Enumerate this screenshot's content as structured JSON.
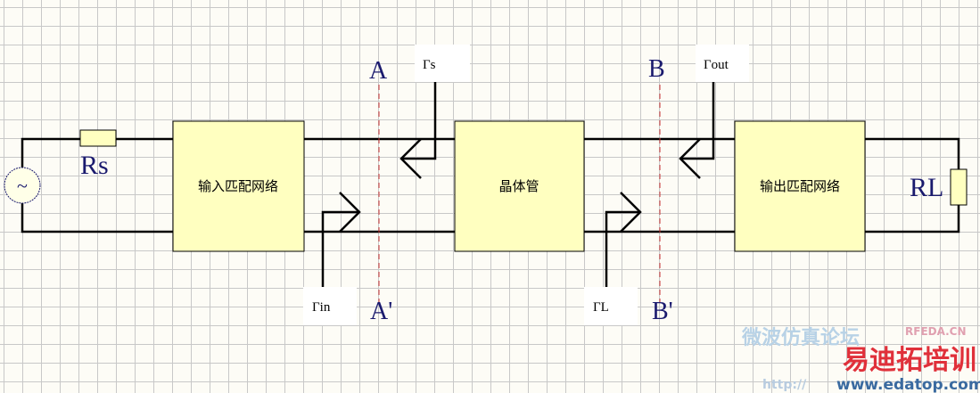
{
  "blocks": {
    "input_match": "输入匹配网络",
    "transistor": "晶体管",
    "output_match": "输出匹配网络"
  },
  "labels": {
    "rs": "Rs",
    "rl": "RL",
    "a": "A",
    "a_prime": "A'",
    "b": "B",
    "b_prime": "B'",
    "source_symbol": "~"
  },
  "gammas": {
    "gs": "Γs",
    "gin": "Γin",
    "gl": "ΓL",
    "gout": "Γout"
  },
  "watermark": {
    "line1": "易迪拓培训",
    "url": "www.edatop.com",
    "site": "RFEDA.CN",
    "faded": "微波仿真论坛",
    "faded_url": "http://"
  },
  "colors": {
    "block_fill": "#ffffc0",
    "label": "#1a1a6e",
    "ref_line": "#c83232"
  }
}
